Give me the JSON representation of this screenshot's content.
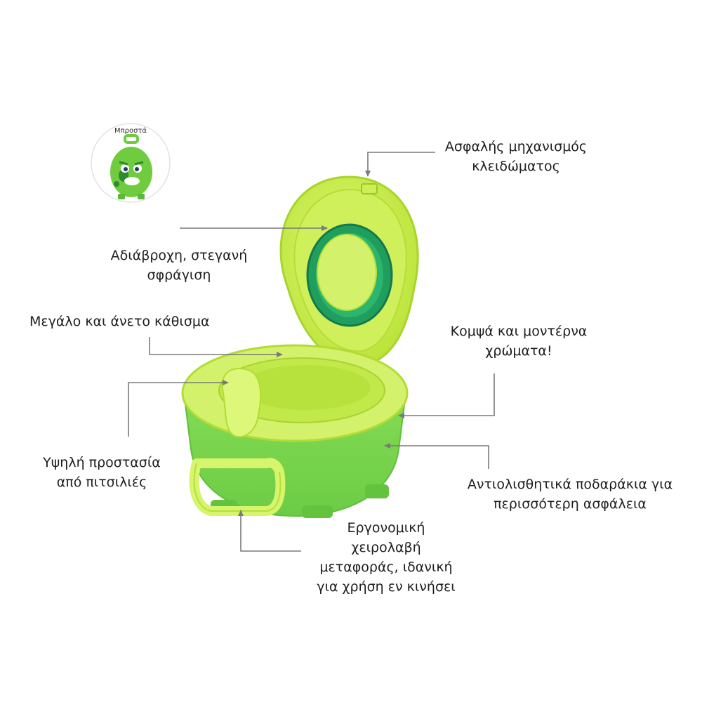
{
  "front_view": {
    "label": "Μπροστά"
  },
  "callouts": {
    "locking": [
      "Ασφαλής μηχανισμός",
      "κλειδώματος"
    ],
    "seal": [
      "Αδιάβροχη, στεγανή",
      "σφράγιση"
    ],
    "seat": [
      "Μεγάλο και άνετο κάθισμα"
    ],
    "colors": [
      "Κομψά και μοντέρνα",
      "χρώματα!"
    ],
    "splash": [
      "Υψηλή προστασία",
      "από πιτσιλιές"
    ],
    "feet": [
      "Αντιολισθητικά ποδαράκια για",
      "περισσότερη ασφάλεια"
    ],
    "handle": [
      "Εργονομική",
      "χειρολαβή",
      "μεταφοράς, ιδανική",
      "για χρήση εν κινήσει"
    ]
  },
  "colors": {
    "lime_light": "#d9f56a",
    "lime": "#c6ea3c",
    "green": "#7fd64a",
    "green_dark": "#1f9e5e",
    "arrow": "#7a7a7a"
  }
}
